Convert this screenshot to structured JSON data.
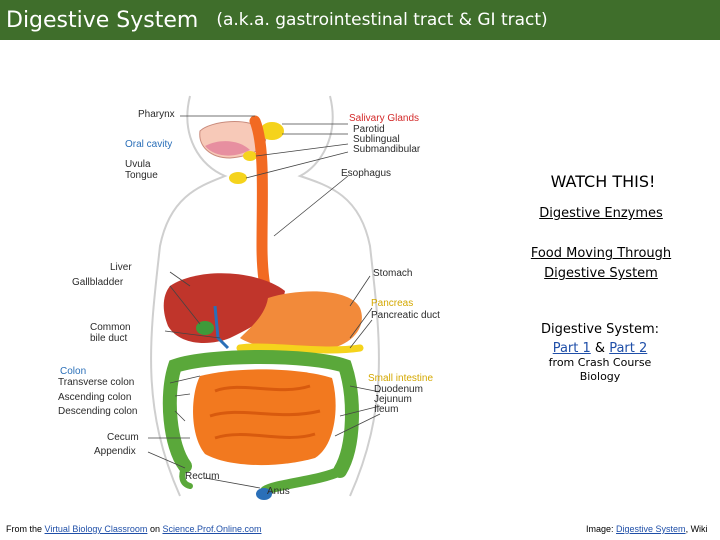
{
  "header": {
    "title": "Digestive System",
    "subtitle": "(a.k.a. gastrointestinal tract & GI tract)"
  },
  "diagram": {
    "labels_left": {
      "pharynx": "Pharynx",
      "oral_cavity": "Oral cavity",
      "uvula": "Uvula",
      "tongue": "Tongue",
      "liver": "Liver",
      "gallbladder": "Gallbladder",
      "common_bile_duct_1": "Common",
      "common_bile_duct_2": "bile duct",
      "colon": "Colon",
      "transverse_colon": "Transverse colon",
      "ascending_colon": "Ascending colon",
      "descending_colon": "Descending colon",
      "cecum": "Cecum",
      "appendix": "Appendix",
      "rectum": "Rectum",
      "anus": "Anus"
    },
    "labels_right": {
      "salivary_glands": "Salivary Glands",
      "parotid": "Parotid",
      "sublingual": "Sublingual",
      "submandibular": "Submandibular",
      "esophagus": "Esophagus",
      "stomach": "Stomach",
      "pancreas": "Pancreas",
      "pancreatic_duct": "Pancreatic duct",
      "small_intestine": "Small intestine",
      "duodenum": "Duodenum",
      "jejunum": "Jejunum",
      "ileum": "Ileum"
    }
  },
  "sidebar": {
    "watch": "WATCH THIS!",
    "link_enzymes": "Digestive Enzymes",
    "link_food_moving": "Food Moving Through Digestive System",
    "digestive_system_label": "Digestive System:",
    "part1": "Part 1",
    "amp": "&",
    "part2": "Part 2",
    "from_crash": "from Crash Course Biology"
  },
  "footer": {
    "left_prefix": "From the",
    "left_link1": "Virtual Biology Classroom",
    "left_mid": "on",
    "left_link2": "Science.Prof.Online.com",
    "right_prefix": "Image:",
    "right_link": "Digestive System",
    "right_suffix": ", Wiki"
  },
  "colors": {
    "header_bg": "#3f6e2b",
    "esophagus": "#f26a22",
    "liver": "#c0352b",
    "colon": "#5aa83a",
    "small_intestine": "#f2791f",
    "pancreas": "#f5d31c",
    "bile": "#2a6fb8"
  }
}
